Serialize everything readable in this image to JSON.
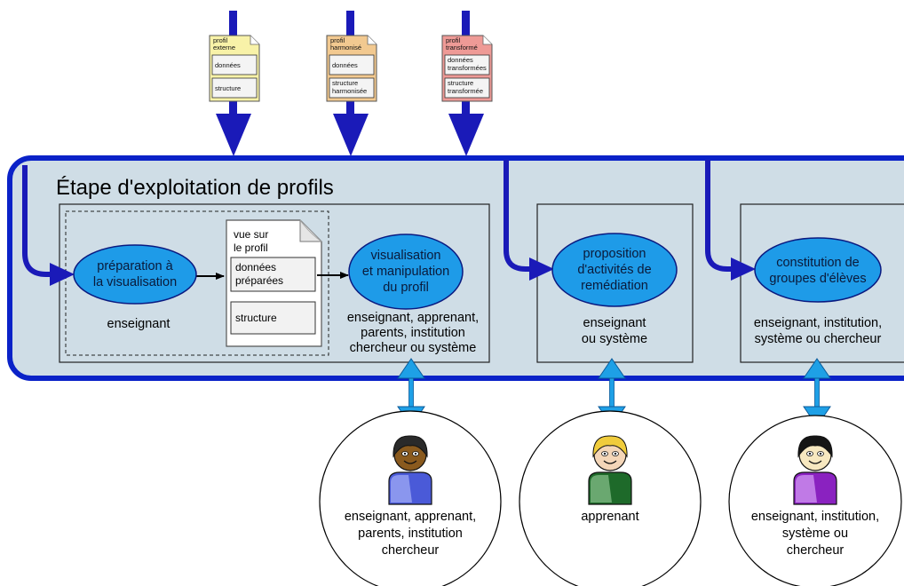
{
  "title": "Étape d'exploitation de profils",
  "colors": {
    "band_fill": "#cfdde6",
    "band_stroke": "#0a22c8",
    "arrow_dark": "#1a1ab8",
    "arrow_light": "#1ea0e6",
    "ellipse_fill": "#1e9be8",
    "ellipse_stroke": "#0a1a80"
  },
  "input_docs": [
    {
      "header": [
        "profil",
        "externe"
      ],
      "fields": [
        [
          "données"
        ],
        [
          "structure"
        ]
      ],
      "color": "#f8f2a8"
    },
    {
      "header": [
        "profil",
        "harmonisé"
      ],
      "fields": [
        [
          "données"
        ],
        [
          "structure",
          "harmonisée"
        ]
      ],
      "color": "#f2c990"
    },
    {
      "header": [
        "profil",
        "transformé"
      ],
      "fields": [
        [
          "données",
          "transformées"
        ],
        [
          "structure",
          "transformée"
        ]
      ],
      "color": "#ee9a96"
    }
  ],
  "prep": {
    "ellipse": [
      "préparation à",
      "la visualisation"
    ],
    "actor": "enseignant"
  },
  "view_doc": {
    "header": [
      "vue sur",
      "le profil"
    ],
    "fields": [
      [
        "données",
        "préparées"
      ],
      [
        "structure"
      ]
    ]
  },
  "viz": {
    "ellipse": [
      "visualisation",
      "et manipulation",
      "du profil"
    ],
    "actors": [
      "enseignant, apprenant,",
      "parents, institution",
      "chercheur ou système"
    ]
  },
  "remed": {
    "ellipse": [
      "proposition",
      "d'activités de",
      "remédiation"
    ],
    "actors": [
      "enseignant",
      "ou système"
    ]
  },
  "groups": {
    "ellipse": [
      "constitution de",
      "groupes d'élèves"
    ],
    "actors": [
      "enseignant, institution,",
      "système ou chercheur"
    ]
  },
  "users": [
    {
      "lines": [
        "enseignant, apprenant,",
        "parents, institution",
        "chercheur"
      ],
      "skin": "#8a5a1e",
      "hair": "#2a2a2a",
      "shirt": "#4a5ad8",
      "shirt_light": "#8a96ee",
      "icon": "person-dark-skin-icon"
    },
    {
      "lines": [
        "apprenant"
      ],
      "skin": "#f4d6b8",
      "hair": "#f0cc3c",
      "shirt": "#1e6a2a",
      "shirt_light": "#6aa870",
      "icon": "person-blond-icon"
    },
    {
      "lines": [
        "enseignant, institution,",
        "système ou",
        "chercheur"
      ],
      "skin": "#f7e8c0",
      "hair": "#151515",
      "shirt": "#8a22c0",
      "shirt_light": "#c07ae6",
      "icon": "person-dark-hair-icon"
    }
  ]
}
